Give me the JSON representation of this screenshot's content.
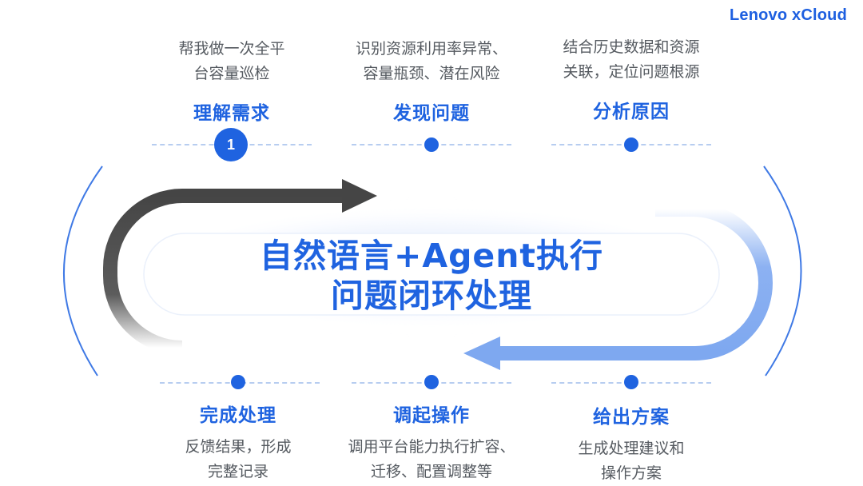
{
  "brand": "Lenovo xCloud",
  "center": {
    "line1": "自然语言+Agent执行",
    "line2": "问题闭环处理"
  },
  "steps": [
    {
      "number": "1",
      "title": "理解需求",
      "desc_line1": "帮我做一次全平",
      "desc_line2": "台容量巡检"
    },
    {
      "title": "发现问题",
      "desc_line1": "识别资源利用率异常、",
      "desc_line2": "容量瓶颈、潜在风险"
    },
    {
      "title": "分析原因",
      "desc_line1": "结合历史数据和资源",
      "desc_line2": "关联，定位问题根源"
    },
    {
      "title": "给出方案",
      "desc_line1": "生成处理建议和",
      "desc_line2": "操作方案"
    },
    {
      "title": "调起操作",
      "desc_line1": "调用平台能力执行扩容、",
      "desc_line2": "迁移、配置调整等"
    },
    {
      "title": "完成处理",
      "desc_line1": "反馈结果，形成",
      "desc_line2": "完整记录"
    }
  ],
  "colors": {
    "accent": "#1f63e0",
    "text_gray": "#555a60",
    "dark_arrow": "#4a4a4a",
    "light_arrow": "#7ea8f0",
    "dashed_line": "#b7cdf0"
  }
}
